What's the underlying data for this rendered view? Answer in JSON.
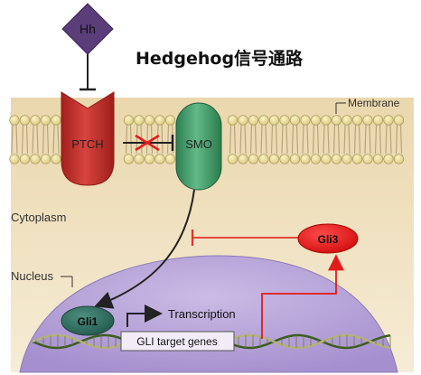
{
  "title": "Hedgehog信号通路",
  "ligand": {
    "label": "Hh"
  },
  "receptor": {
    "label": "PTCH"
  },
  "transducer": {
    "label": "SMO"
  },
  "regions": {
    "membrane": "Membrane",
    "cytoplasm": "Cytoplasm",
    "nucleus": "Nucleus"
  },
  "factors": {
    "gli1": "Gli1",
    "gli3": "Gli3"
  },
  "transcription": "Transcription",
  "target_genes": "GLI target genes",
  "colors": {
    "ligand": "#5b3d7a",
    "ptch": "#c8302c",
    "smo": "#3f9a68",
    "gli1": "#2f6e60",
    "gli3": "#e21b1b",
    "inhibition_line": "#e0322c",
    "cytoplasm": "#f3e6c9",
    "nucleus": "#b9a6d8",
    "membrane_head": "#efe3a2",
    "dna_strand_a": "#3b5d1f",
    "dna_strand_b": "#b5b17a"
  }
}
